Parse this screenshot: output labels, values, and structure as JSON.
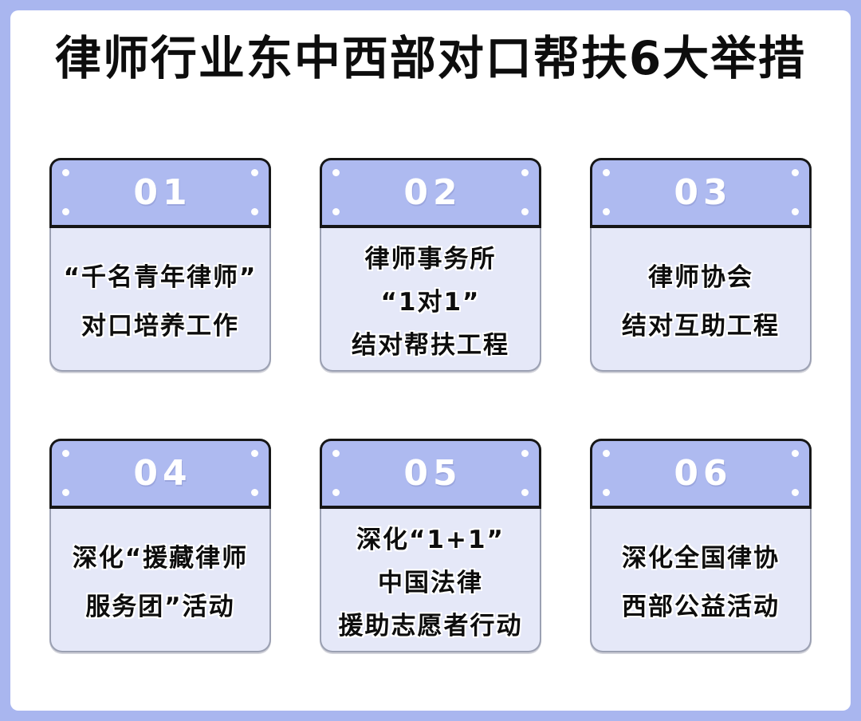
{
  "page": {
    "title": "律师行业东中西部对口帮扶6大举措",
    "colors": {
      "frame": "#a9b6ef",
      "canvas": "#ffffff",
      "header_fill": "#aebaf0",
      "header_border": "#161616",
      "body_fill": "#e5e8f8",
      "body_border": "#9ba0b2",
      "number_color": "#ffffff",
      "text_color": "#0d0d0d"
    }
  },
  "cards": [
    {
      "number": "01",
      "lines": [
        "“千名青年律师”",
        "对口培养工作"
      ]
    },
    {
      "number": "02",
      "lines": [
        "律师事务所",
        "“1对1”",
        "结对帮扶工程"
      ]
    },
    {
      "number": "03",
      "lines": [
        "律师协会",
        "结对互助工程"
      ]
    },
    {
      "number": "04",
      "lines": [
        "深化“援藏律师",
        "服务团”活动"
      ]
    },
    {
      "number": "05",
      "lines": [
        "深化“1+1”",
        "中国法律",
        "援助志愿者行动"
      ]
    },
    {
      "number": "06",
      "lines": [
        "深化全国律协",
        "西部公益活动"
      ]
    }
  ]
}
